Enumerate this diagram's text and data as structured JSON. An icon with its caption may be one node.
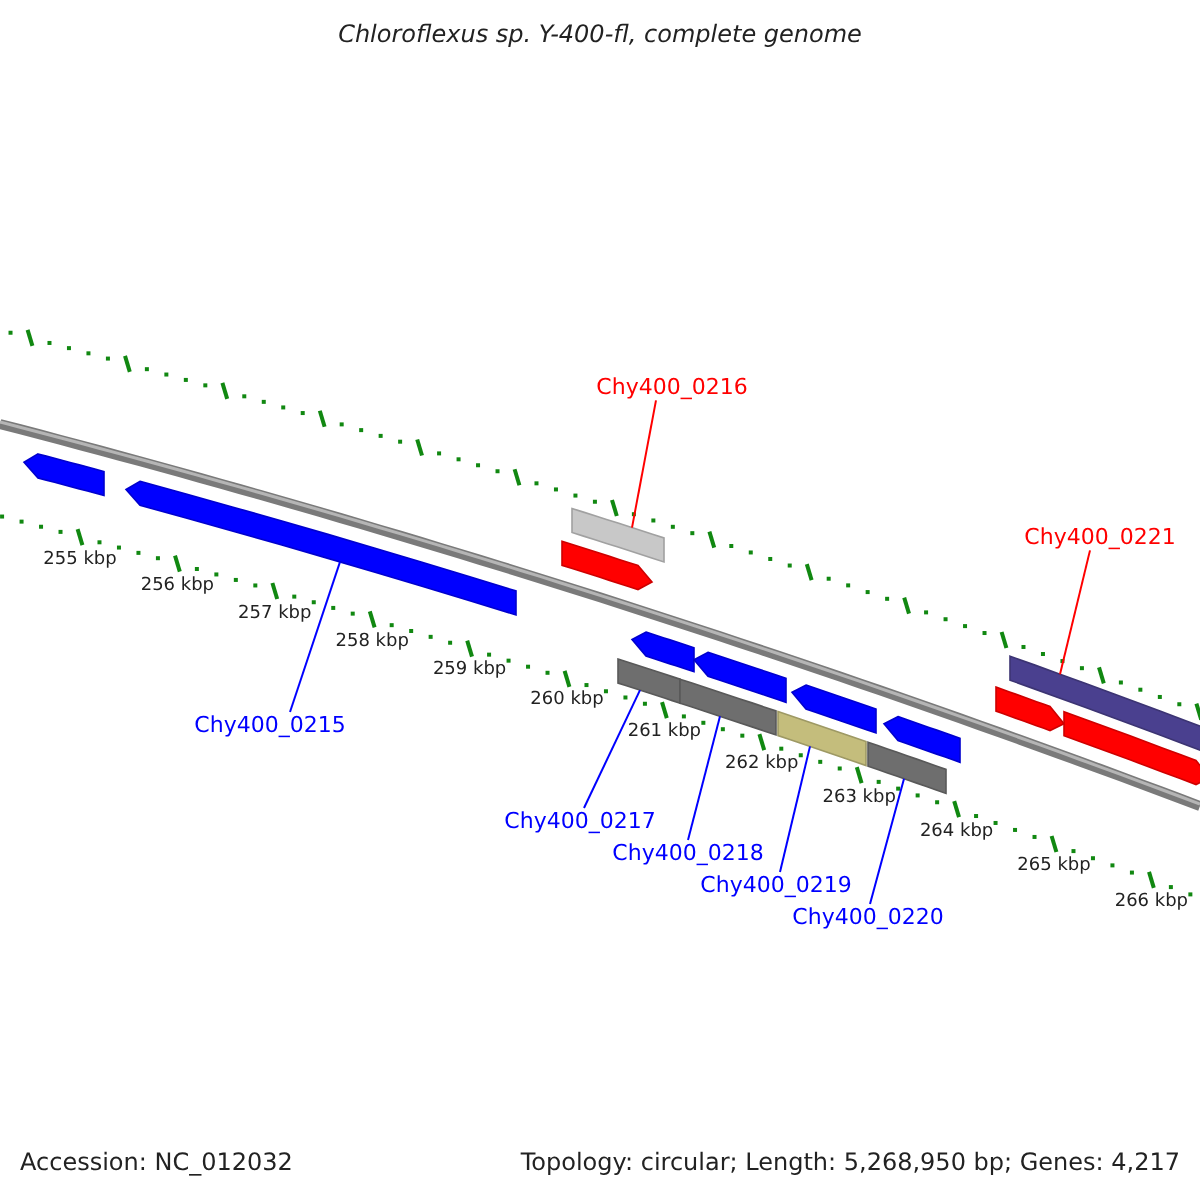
{
  "diagram": {
    "title": "Chloroflexus sp. Y-400-fl, complete genome",
    "nodes": [
      {
        "text": [
          "Chy400_0216"
        ]
      },
      {
        "text": [
          "Chy400_0221"
        ]
      },
      {
        "text": [
          "Chy400_0215"
        ]
      },
      {
        "text": [
          "Chy400_0217"
        ]
      },
      {
        "text": [
          "Chy400_0218"
        ]
      },
      {
        "text": [
          "Chy400_0219"
        ]
      },
      {
        "text": [
          "Chy400_0220"
        ]
      },
      {
        "text": [],
        "shape": "arrow"
      },
      {
        "text": [],
        "shape": "arrow"
      },
      {
        "text": [],
        "shape": "arrow"
      },
      {
        "text": [],
        "shape": "bar"
      },
      {
        "text": [],
        "shape": "bar"
      },
      {
        "text": [],
        "shape": "arrow"
      },
      {
        "text": [],
        "shape": "bar"
      },
      {
        "text": [],
        "shape": "arrow"
      },
      {
        "text": [],
        "shape": "bar"
      },
      {
        "text": [],
        "shape": "arrow"
      },
      {
        "text": [],
        "shape": "bar"
      },
      {
        "text": [],
        "shape": "arrow"
      },
      {
        "text": [],
        "shape": "arrow"
      },
      {
        "text": [],
        "shape": "bar"
      },
      {
        "text": [],
        "shape": "arrow"
      }
    ],
    "edges": [
      {
        "from": 0,
        "to": 10,
        "arrow": "none",
        "color": "#ff0000"
      },
      {
        "from": 1,
        "to": 20,
        "arrow": "none",
        "color": "#ff0000"
      },
      {
        "from": 2,
        "to": 8,
        "arrow": "none"
      },
      {
        "from": 3,
        "to": 11,
        "arrow": "none"
      },
      {
        "from": 4,
        "to": 13,
        "arrow": "none"
      },
      {
        "from": 5,
        "to": 15,
        "arrow": "none"
      },
      {
        "from": 6,
        "to": 17,
        "arrow": "none"
      }
    ],
    "labels": [
      "255 kbp",
      "256 kbp",
      "257 kbp",
      "258 kbp",
      "259 kbp",
      "260 kbp",
      "261 kbp",
      "262 kbp",
      "263 kbp",
      "264 kbp",
      "265 kbp",
      "266 kbp",
      "Accession: NC_012032",
      "Topology: circular; Length: 5,268,950 bp; Genes: 4,217"
    ]
  }
}
